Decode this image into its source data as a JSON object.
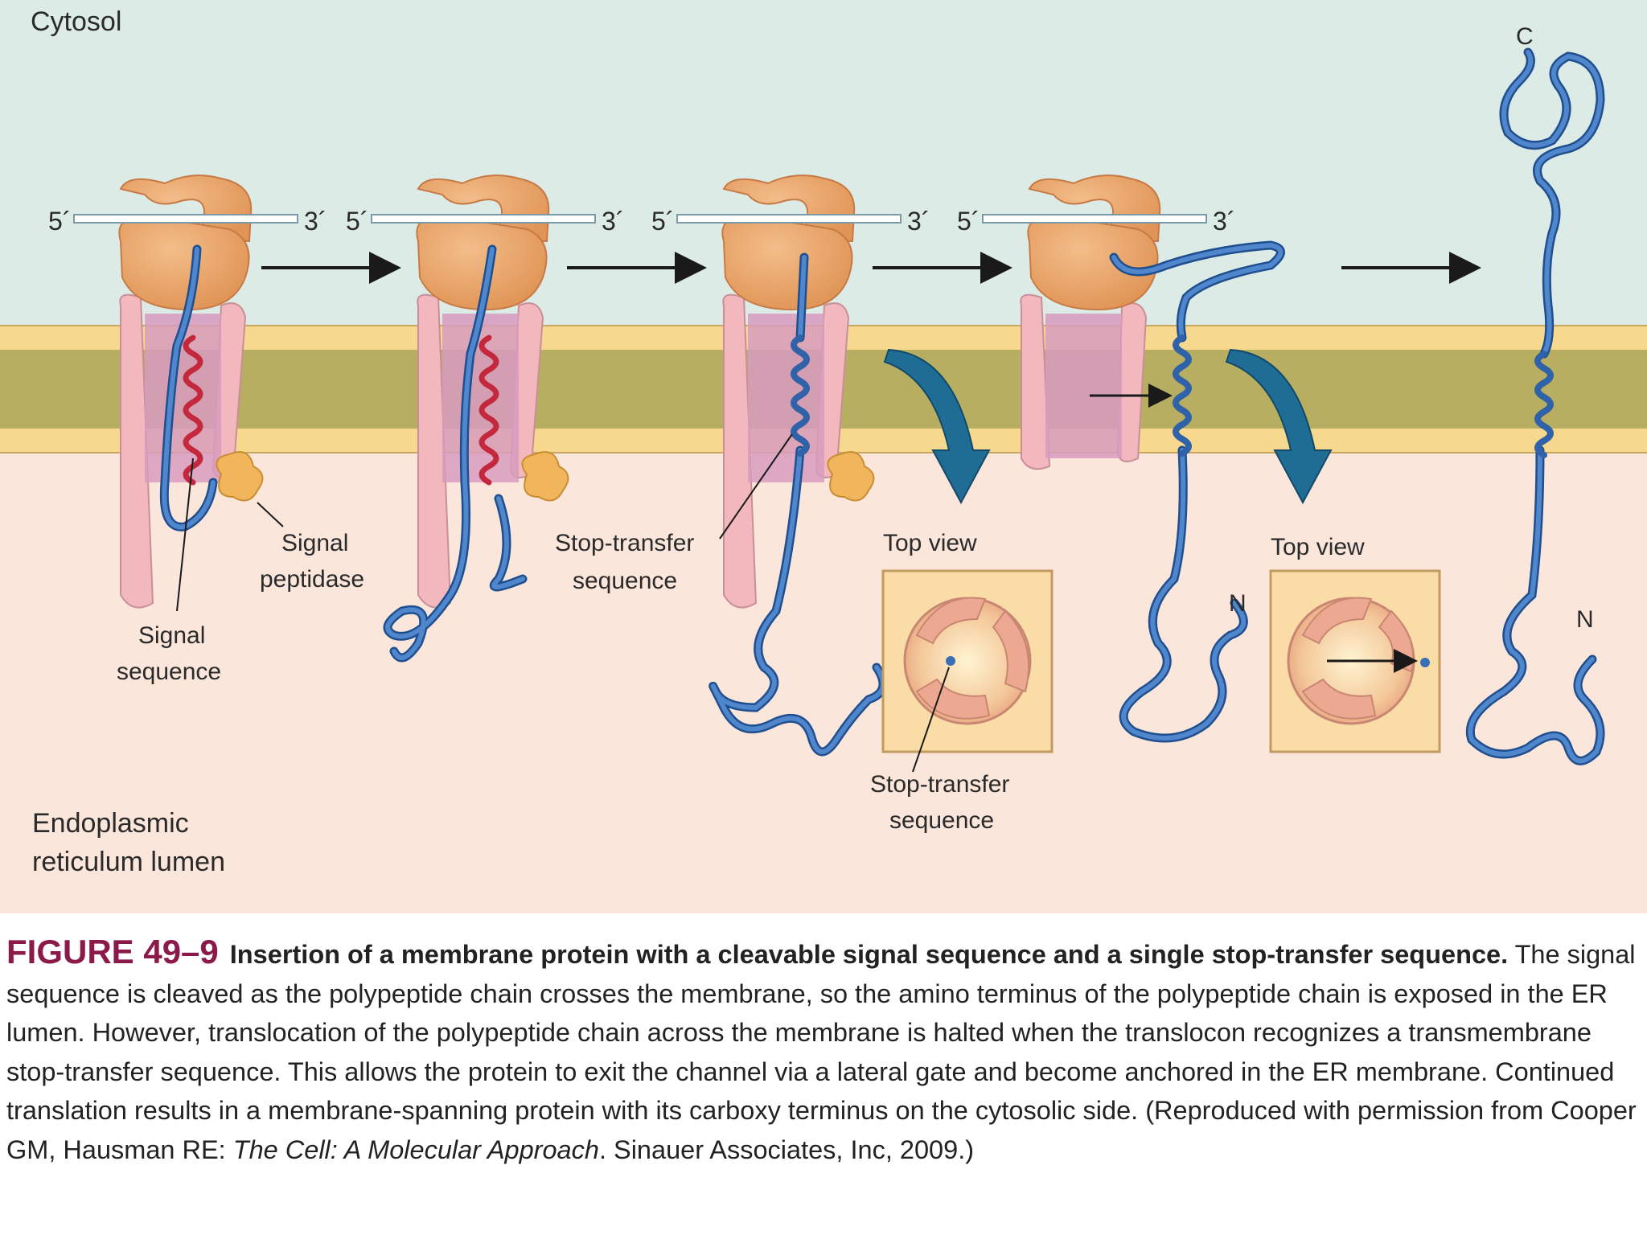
{
  "diagram": {
    "regions": {
      "cytosol": "Cytosol",
      "lumen_line1": "Endoplasmic",
      "lumen_line2": "reticulum lumen"
    },
    "mrna": {
      "five": "5´",
      "three": "3´"
    },
    "labels": {
      "signal_peptidase_1": "Signal",
      "signal_peptidase_2": "peptidase",
      "signal_sequence_1": "Signal",
      "signal_sequence_2": "sequence",
      "stop_transfer_1": "Stop-transfer",
      "stop_transfer_2": "sequence",
      "top_view": "Top view",
      "c_terminus": "C",
      "n_terminus": "N"
    },
    "colors": {
      "cytosol": "#dcebe6",
      "lumen": "#fbe6dc",
      "membrane_outer": "#f6d98e",
      "membrane_core": "#b7ae62",
      "ribosome": "#e9a164",
      "translocon": "#f2b8be",
      "channel": "#d89bc0",
      "polypeptide": "#3a6fb6",
      "signal_sequence": "#c4283c",
      "peptidase": "#f1b55b",
      "process_arrow": "#1f6c95",
      "inset_box": "#f9dca6"
    }
  },
  "caption": {
    "figure_label": "FIGURE 49–9",
    "title": "Insertion of a membrane protein with a cleavable signal sequence and a single stop-transfer sequence.",
    "body": " The signal sequence is cleaved as the polypeptide chain crosses the membrane, so the amino terminus of the polypeptide chain is exposed in the ER lumen. However, translocation of the polypeptide chain across the membrane is halted when the translocon recognizes a transmembrane stop-transfer sequence. This allows the protein to exit the channel via a lateral gate and become anchored in the ER membrane. Continued translation results in a membrane-spanning protein with its carboxy terminus on the cytosolic side. (Reproduced with permission from Cooper GM, Hausman RE: ",
    "source_title": "The Cell: A Molecular Approach",
    "source_tail": ". Sinauer Associates, Inc, 2009.)"
  }
}
